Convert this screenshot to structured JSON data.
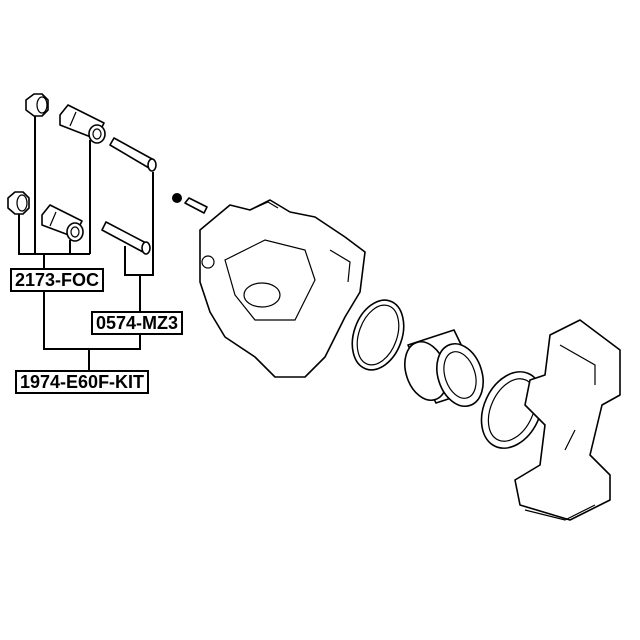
{
  "labels": {
    "bushing_kit": "2173-FOC",
    "guide_pin": "0574-MZ3",
    "repair_kit": "1974-E60F-KIT"
  }
}
